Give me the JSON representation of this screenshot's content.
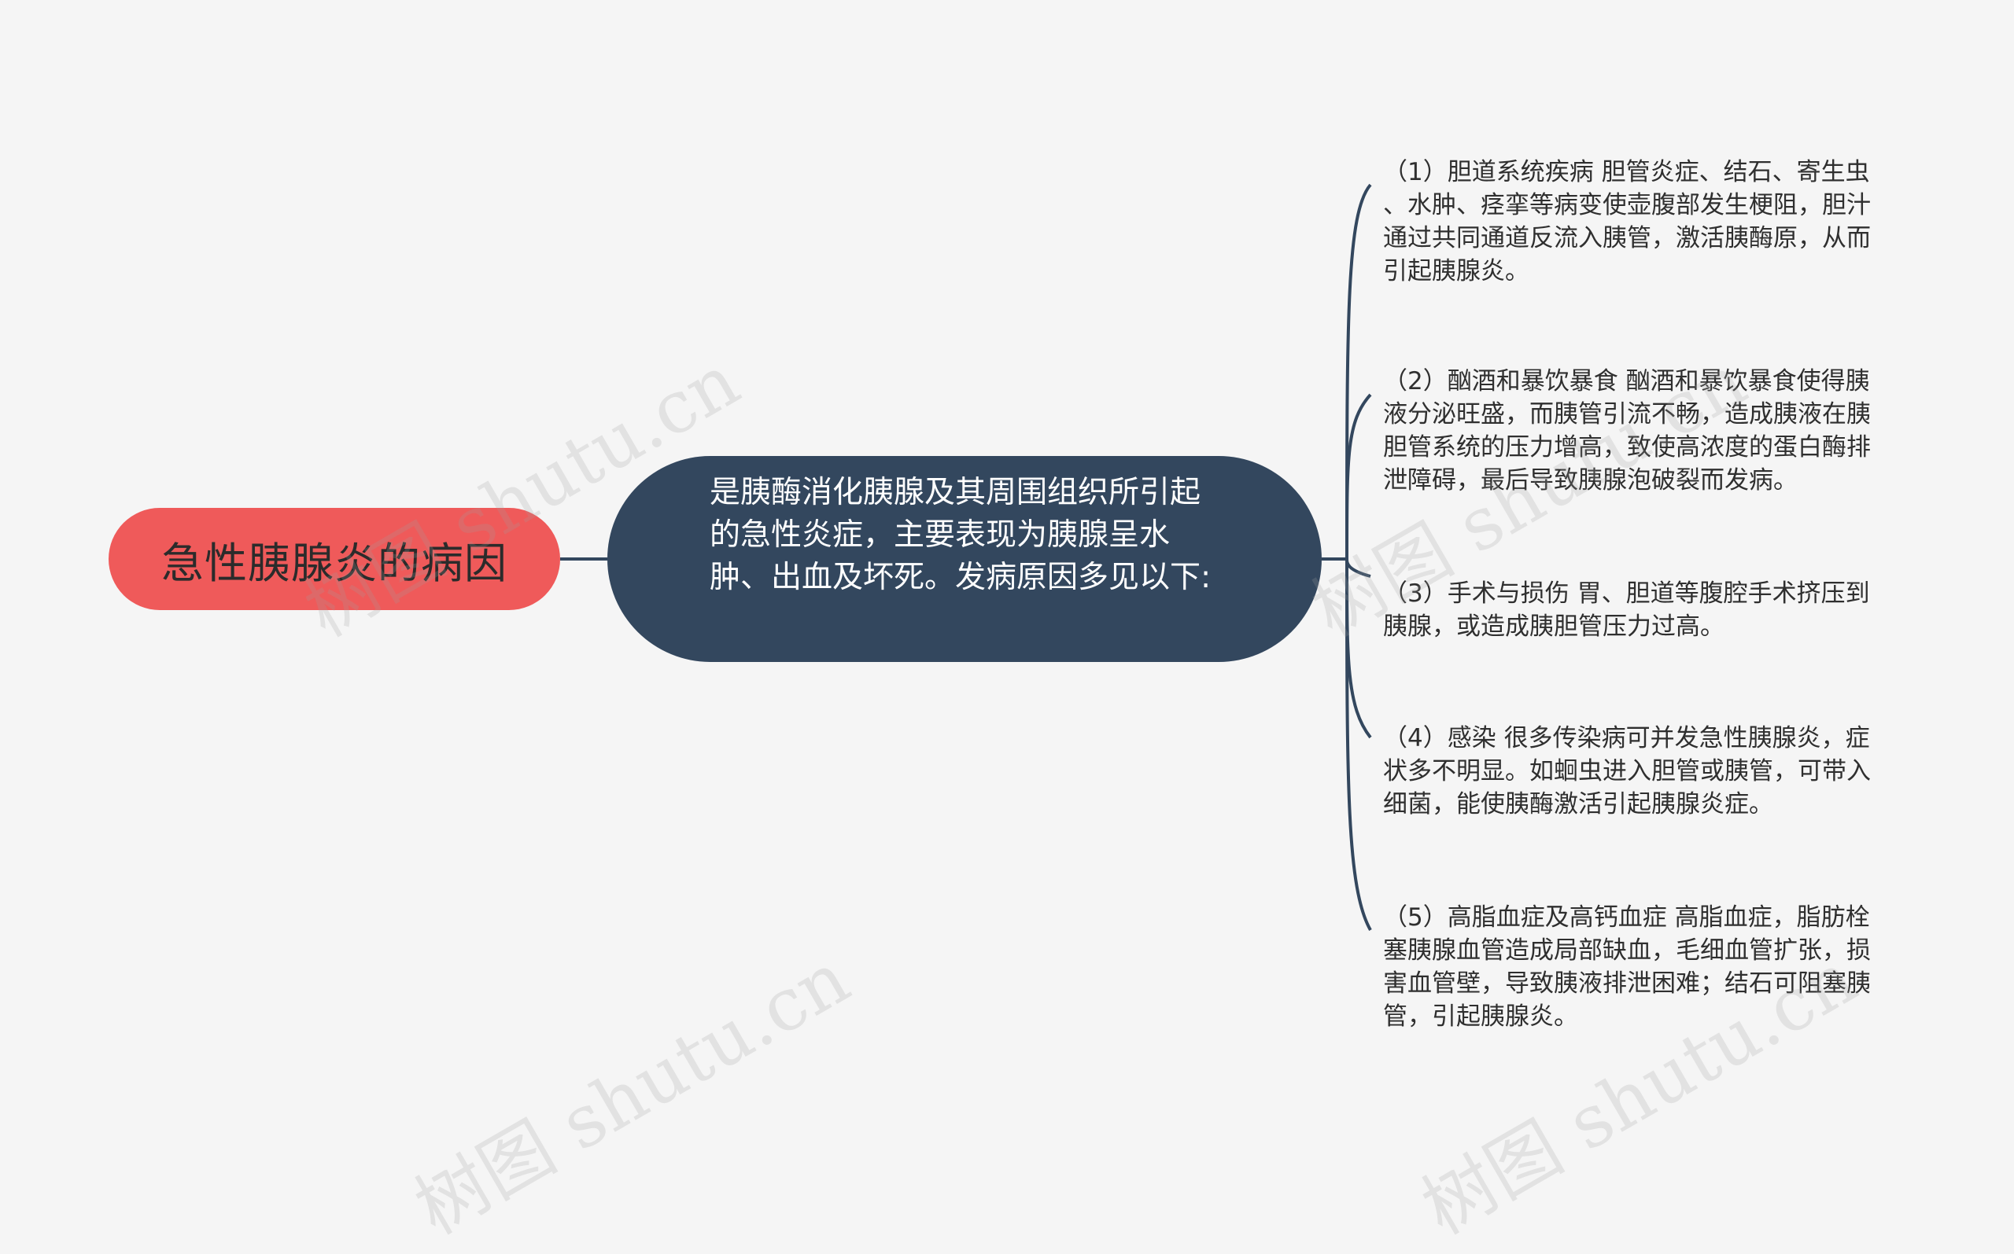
{
  "root": {
    "label": "急性胰腺炎的病因",
    "color": "#ef5a5a"
  },
  "center": {
    "text": "是胰酶消化胰腺及其周围组织所引起的急性炎症，主要表现为胰腺呈水肿、出血及坏死。发病原因多见以下:",
    "color": "#33475e"
  },
  "branches": [
    {
      "text": "（1）胆道系统疾病 胆管炎症、结石、寄生虫\n、水肿、痉挛等病变使壶腹部发生梗阻，胆汁\n通过共同通道反流入胰管，激活胰酶原，从而\n引起胰腺炎。"
    },
    {
      "text": "（2）酗酒和暴饮暴食 酗酒和暴饮暴食使得胰\n液分泌旺盛，而胰管引流不畅，造成胰液在胰\n胆管系统的压力增高，致使高浓度的蛋白酶排\n泄障碍，最后导致胰腺泡破裂而发病。"
    },
    {
      "text": "（3）手术与损伤 胃、胆道等腹腔手术挤压到\n胰腺，或造成胰胆管压力过高。"
    },
    {
      "text": "（4）感染 很多传染病可并发急性胰腺炎，症\n状多不明显。如蛔虫进入胆管或胰管，可带入\n细菌，能使胰酶激活引起胰腺炎症。"
    },
    {
      "text": "（5）高脂血症及高钙血症 高脂血症，脂肪栓\n塞胰腺血管造成局部缺血，毛细血管扩张，损\n害血管壁，导致胰液排泄困难；结石可阻塞胰\n管，引起胰腺炎。"
    }
  ],
  "watermark": "树图 shutu.cn",
  "line_color": "#33475e"
}
